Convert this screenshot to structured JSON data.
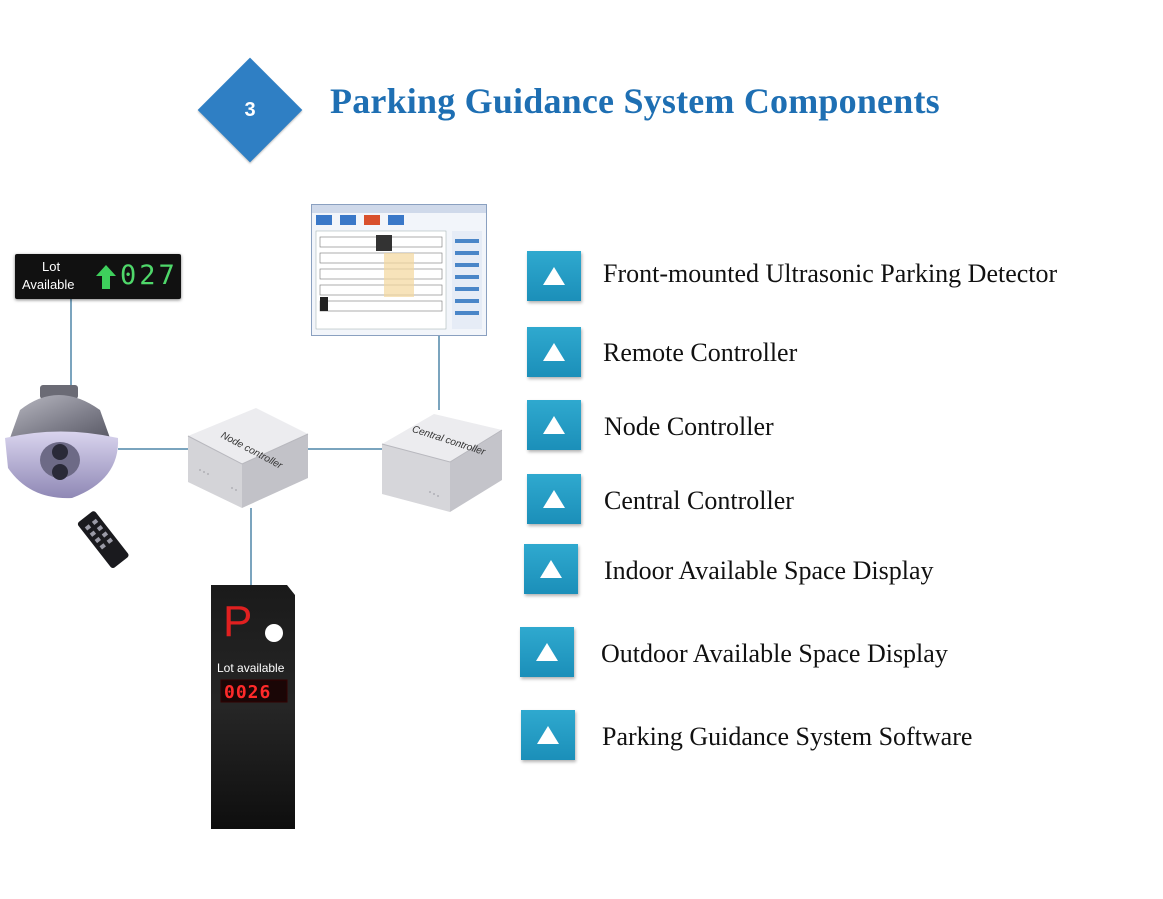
{
  "header": {
    "badge_number": "3",
    "title": "Parking Guidance System Components"
  },
  "indoor_sign": {
    "line1": "Lot",
    "line2": "Available",
    "count": "027",
    "arrow_color": "#3ecf5c"
  },
  "node_box": {
    "label": "Node controller"
  },
  "central_box": {
    "label": "Central controller"
  },
  "outdoor_display": {
    "letter": "P",
    "label": "Lot available",
    "count": "0026"
  },
  "components": [
    {
      "label": "Front-mounted Ultrasonic Parking Detector",
      "icon": "triangle-up-icon"
    },
    {
      "label": "Remote Controller",
      "icon": "triangle-up-icon"
    },
    {
      "label": "Node Controller",
      "icon": "triangle-up-icon"
    },
    {
      "label": "Central Controller",
      "icon": "triangle-up-icon"
    },
    {
      "label": "Indoor Available Space Display",
      "icon": "triangle-up-icon"
    },
    {
      "label": "Outdoor Available Space Display",
      "icon": "triangle-up-icon"
    },
    {
      "label": "Parking Guidance System Software",
      "icon": "triangle-up-icon"
    }
  ],
  "colors": {
    "title": "#1e6fb3",
    "badge": "#2f7fc4",
    "icon": "#1f9ac4",
    "line": "#4f86a8"
  }
}
